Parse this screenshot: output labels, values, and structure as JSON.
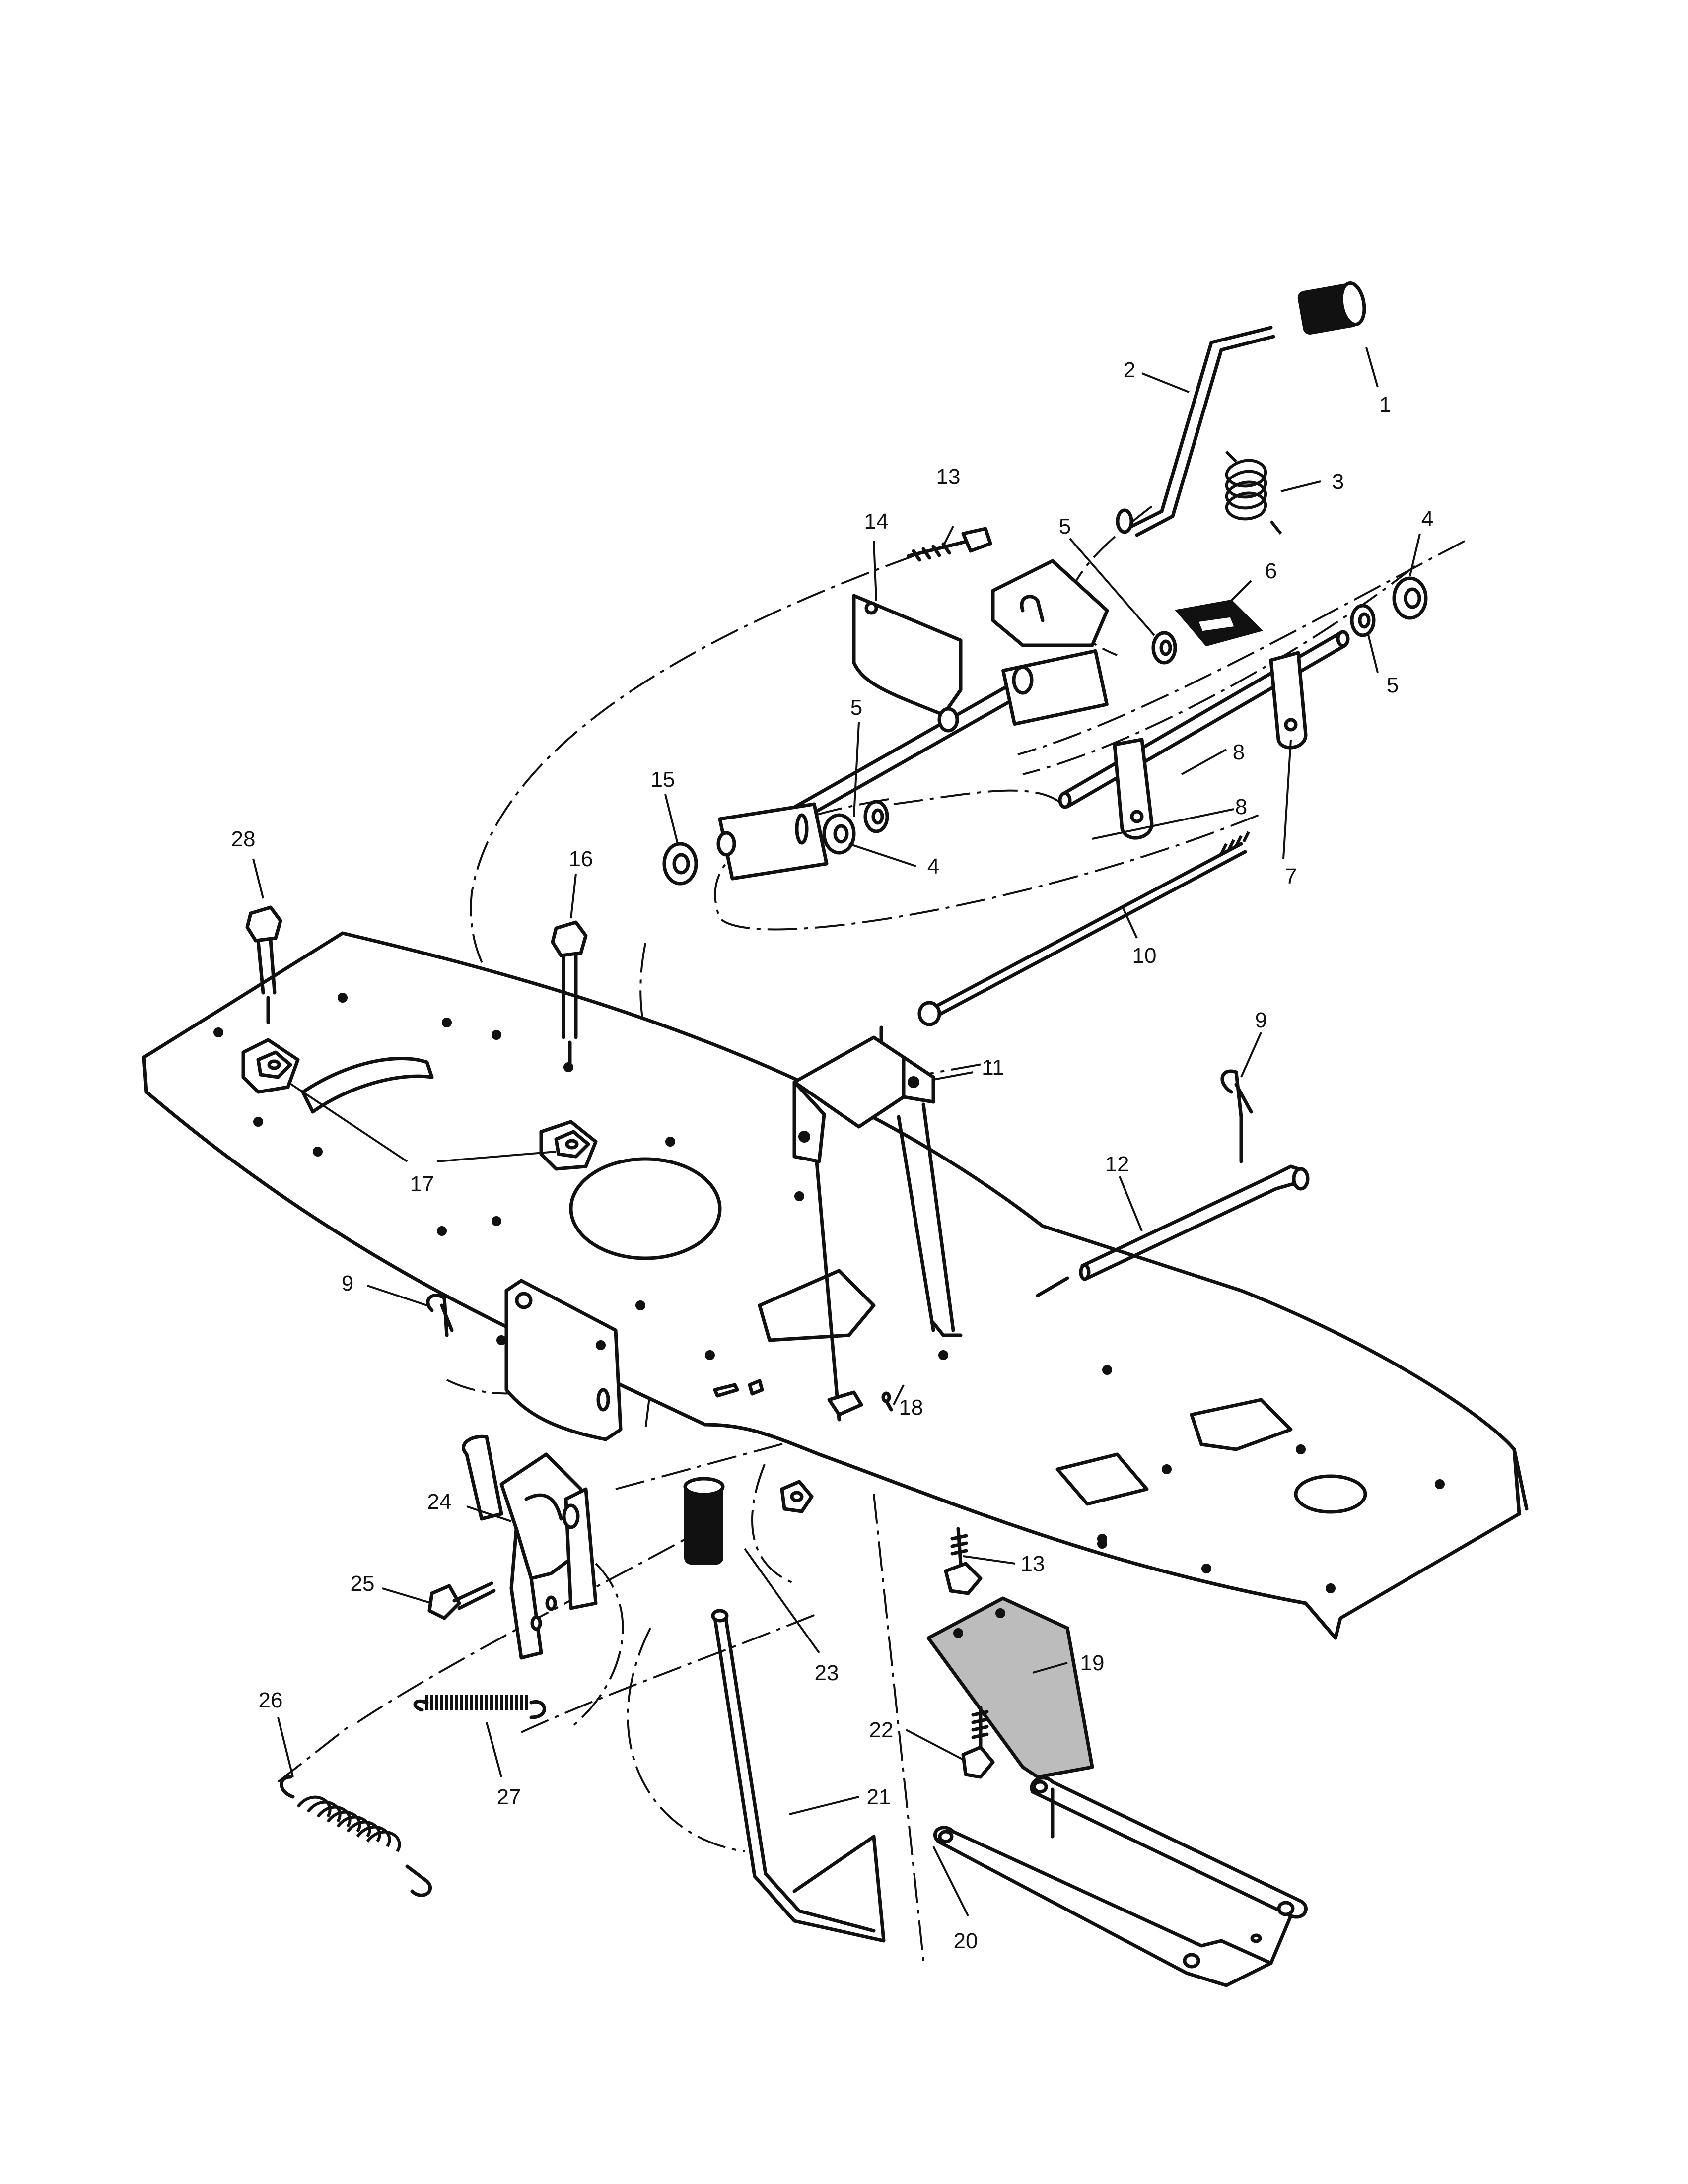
{
  "callouts": [
    {
      "id": "1",
      "label": "1"
    },
    {
      "id": "2",
      "label": "2"
    },
    {
      "id": "3",
      "label": "3"
    },
    {
      "id": "4a",
      "label": "4"
    },
    {
      "id": "4b",
      "label": "4"
    },
    {
      "id": "5a",
      "label": "5"
    },
    {
      "id": "5b",
      "label": "5"
    },
    {
      "id": "5c",
      "label": "5"
    },
    {
      "id": "6",
      "label": "6"
    },
    {
      "id": "7",
      "label": "7"
    },
    {
      "id": "8",
      "label": "8"
    },
    {
      "id": "9a",
      "label": "9"
    },
    {
      "id": "9b",
      "label": "9"
    },
    {
      "id": "10",
      "label": "10"
    },
    {
      "id": "11",
      "label": "11"
    },
    {
      "id": "12",
      "label": "12"
    },
    {
      "id": "13a",
      "label": "13"
    },
    {
      "id": "13b",
      "label": "13"
    },
    {
      "id": "14",
      "label": "14"
    },
    {
      "id": "15",
      "label": "15"
    },
    {
      "id": "16",
      "label": "16"
    },
    {
      "id": "17",
      "label": "17"
    },
    {
      "id": "18",
      "label": "18"
    },
    {
      "id": "19",
      "label": "19"
    },
    {
      "id": "20",
      "label": "20"
    },
    {
      "id": "21",
      "label": "21"
    },
    {
      "id": "22",
      "label": "22"
    },
    {
      "id": "23",
      "label": "23"
    },
    {
      "id": "24",
      "label": "24"
    },
    {
      "id": "25",
      "label": "25"
    },
    {
      "id": "26",
      "label": "26"
    },
    {
      "id": "27",
      "label": "27"
    },
    {
      "id": "28",
      "label": "28"
    }
  ]
}
